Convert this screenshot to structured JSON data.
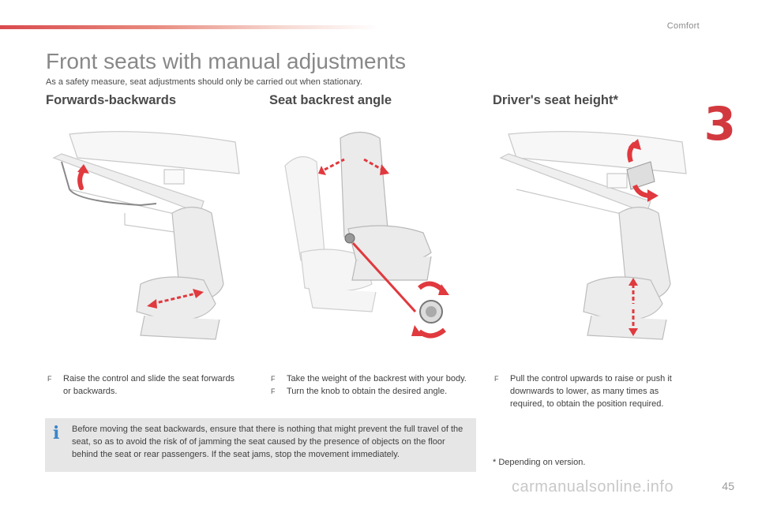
{
  "header": {
    "section": "Comfort",
    "chapter": "3"
  },
  "page": {
    "title": "Front seats with manual adjustments",
    "subtitle": "As a safety measure, seat adjustments should only be carried out when stationary.",
    "number": "45"
  },
  "columns": [
    {
      "heading": "Forwards-backwards",
      "bullets": [
        "Raise the control and slide the seat forwards or backwards."
      ]
    },
    {
      "heading": "Seat backrest angle",
      "bullets": [
        "Take the weight of the backrest with your body.",
        "Turn the knob to obtain the desired angle."
      ]
    },
    {
      "heading": "Driver's seat height*",
      "bullets": [
        "Pull the control upwards to raise or push it downwards to lower, as many times as required, to obtain the position required."
      ]
    }
  ],
  "bullet_mark": "F",
  "info_box": {
    "icon": "i",
    "text": "Before moving the seat backwards, ensure that there is nothing that might prevent the full travel of the seat, so as to avoid the risk of of jamming the seat caused by the presence of objects on the floor behind the seat or rear passengers. If the seat jams, stop the movement immediately."
  },
  "footnote": "* Depending on version.",
  "watermark": "carmanualsonline.info",
  "colors": {
    "accent_red": "#d2393f",
    "arrow_red": "#e0393e",
    "info_blue": "#3a86c8",
    "box_grey": "#e6e6e6"
  }
}
